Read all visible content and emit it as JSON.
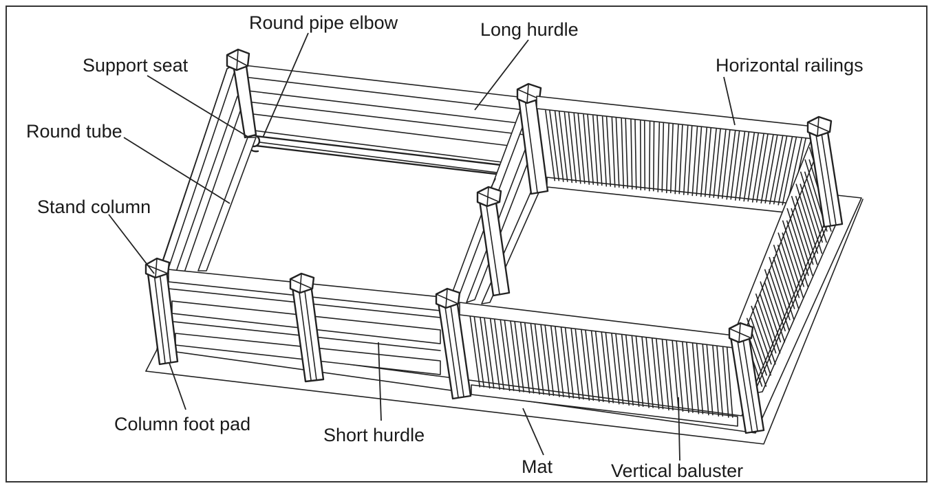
{
  "diagram": {
    "labels": {
      "round_pipe_elbow": "Round pipe elbow",
      "long_hurdle": "Long hurdle",
      "support_seat": "Support seat",
      "horizontal_railings": "Horizontal railings",
      "round_tube": "Round tube",
      "stand_column": "Stand column",
      "column_foot_pad": "Column foot pad",
      "short_hurdle": "Short hurdle",
      "mat": "Mat",
      "vertical_baluster": "Vertical baluster"
    }
  }
}
